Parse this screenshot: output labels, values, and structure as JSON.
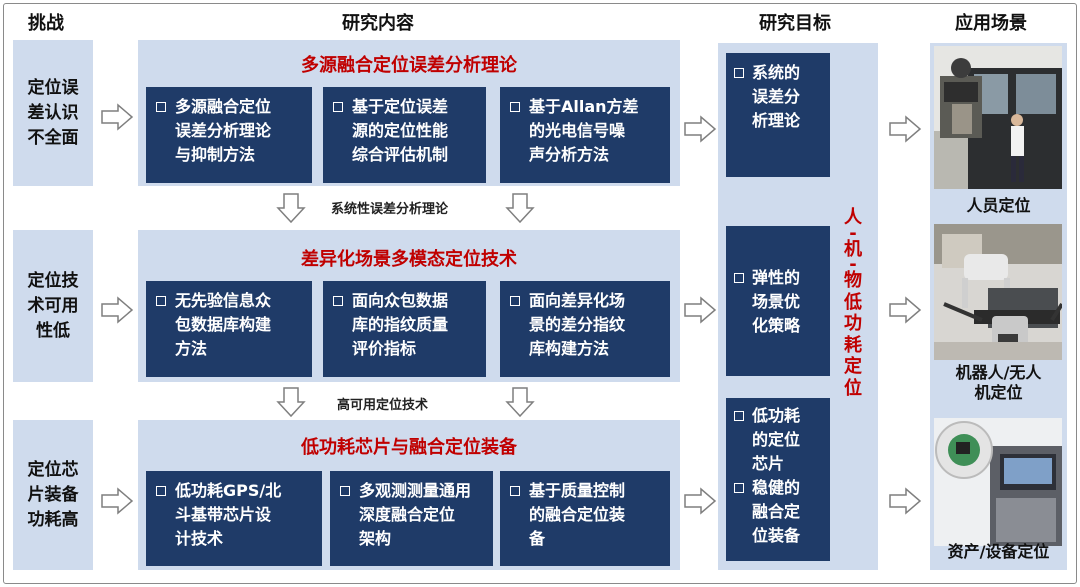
{
  "headers": {
    "challenge": "挑战",
    "research_content": "研究内容",
    "research_goal": "研究目标",
    "application": "应用场景"
  },
  "challenges": [
    [
      "定位误",
      "差认识",
      "不全面"
    ],
    [
      "定位技",
      "术可用",
      "性低"
    ],
    [
      "定位芯",
      "片装备",
      "功耗高"
    ]
  ],
  "panels": [
    {
      "title": "多源融合定位误差分析理论",
      "cards": [
        [
          "多源融合定位",
          "误差分析理论",
          "与抑制方法"
        ],
        [
          "基于定位误差",
          "源的定位性能",
          "综合评估机制"
        ],
        [
          "基于Allan方差",
          "的光电信号噪",
          "声分析方法"
        ]
      ]
    },
    {
      "title": "差异化场景多模态定位技术",
      "cards": [
        [
          "无先验信息众",
          "包数据库构建",
          "方法"
        ],
        [
          "面向众包数据",
          "库的指纹质量",
          "评价指标"
        ],
        [
          "面向差异化场",
          "景的差分指纹",
          "库构建方法"
        ]
      ]
    },
    {
      "title": "低功耗芯片与融合定位装备",
      "cards": [
        [
          "低功耗GPS/北",
          "斗基带芯片设",
          "计技术"
        ],
        [
          "多观测测量通用",
          "深度融合定位",
          "架构"
        ],
        [
          "基于质量控制",
          "的融合定位装",
          "备"
        ]
      ]
    }
  ],
  "connectors": [
    "系统性误差分析理论",
    "高可用定位技术"
  ],
  "goals": [
    [
      [
        "系统的",
        "误差分",
        "析理论"
      ]
    ],
    [
      [
        "弹性的",
        "场景优",
        "化策略"
      ]
    ],
    [
      [
        "低功耗",
        "的定位",
        "芯片"
      ],
      [
        "稳健的",
        "融合定",
        "位装备"
      ]
    ]
  ],
  "vertical_goal": [
    "人",
    "-",
    "机",
    "-",
    "物",
    "低",
    "功",
    "耗",
    "定",
    "位"
  ],
  "applications": [
    "人员定位",
    "机器人/无人机定位",
    "资产/设备定位"
  ],
  "colors": {
    "light_panel": "#cfdbed",
    "dark_card": "#1f3b68",
    "title_red": "#c00000",
    "arrow_stroke": "#7f7f7f"
  }
}
